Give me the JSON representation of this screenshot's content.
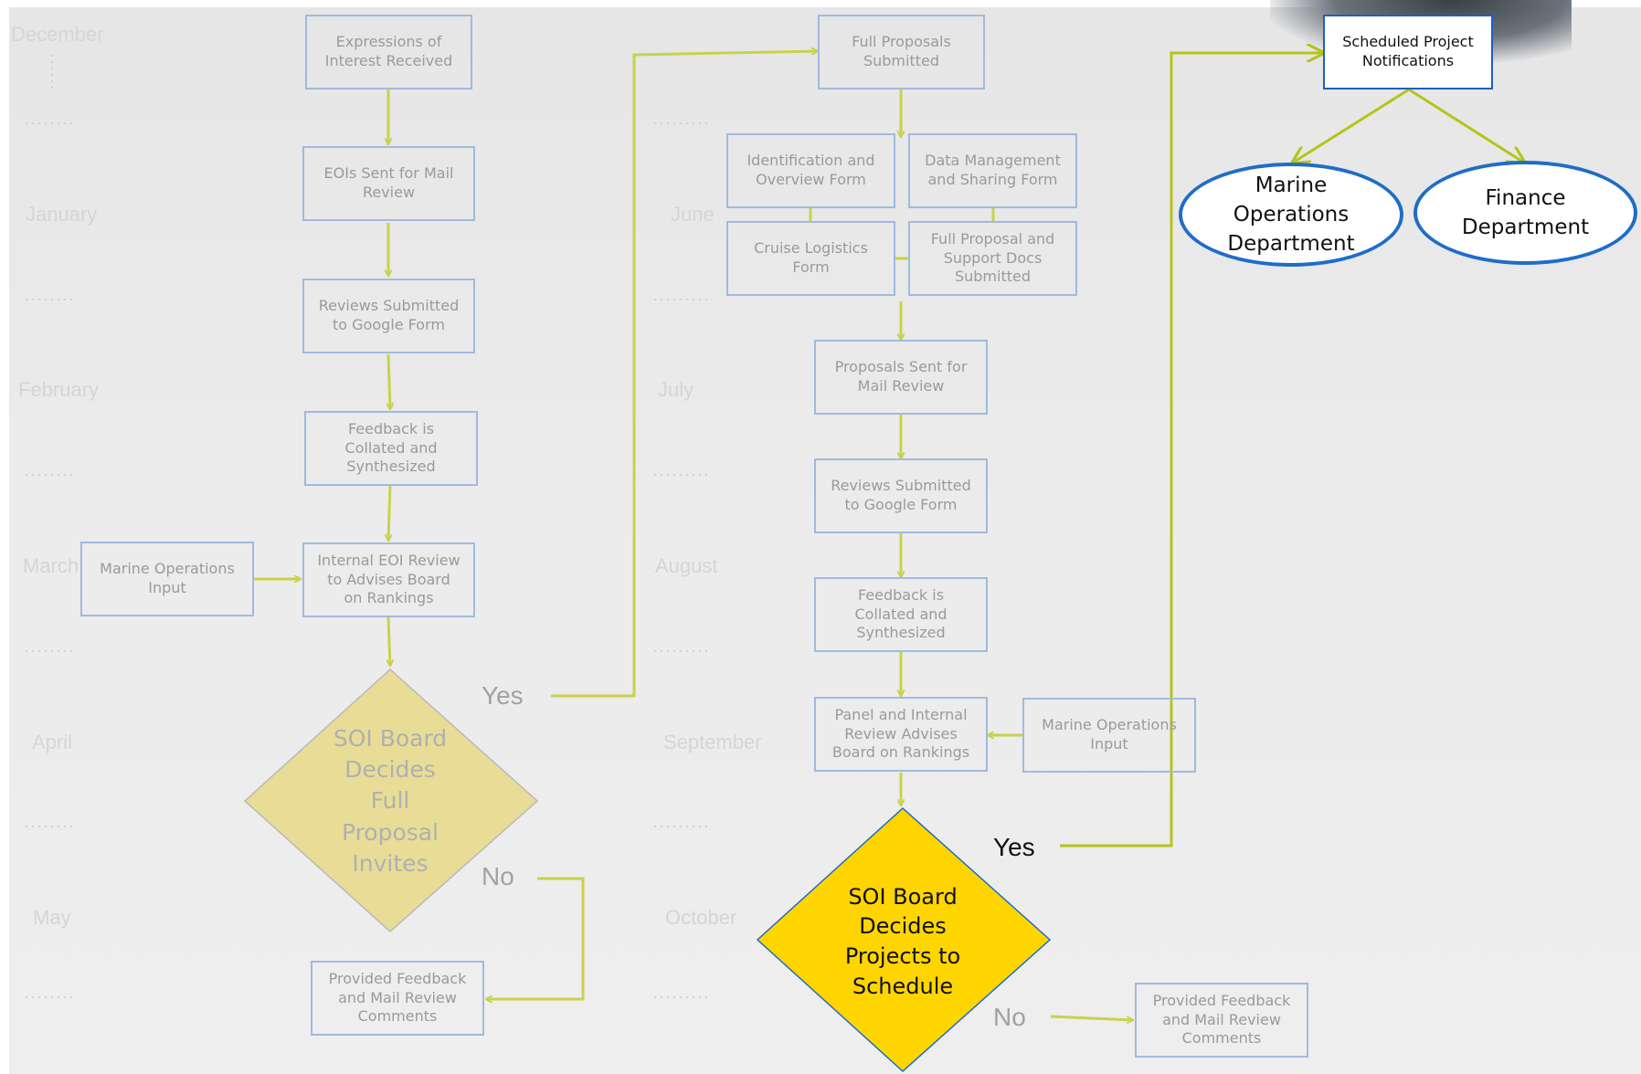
{
  "months_left": [
    "December",
    "January",
    "February",
    "March",
    "April",
    "May"
  ],
  "months_right": [
    "June",
    "July",
    "August",
    "September",
    "October"
  ],
  "colors": {
    "connector": "#c8d24a",
    "faded_box_border": "#9ebbde",
    "active_box_border": "#1f5fbf",
    "ellipse_border": "#1f6dc8",
    "decision_faded": "#e9dc96",
    "decision_active": "#ffd500"
  },
  "phase1": {
    "eoi_received": "Expressions of\nInterest Received",
    "eoi_mail_review": "EOIs Sent for Mail\nReview",
    "reviews_submitted": "Reviews Submitted\nto Google Form",
    "feedback_collated": "Feedback is\nCollated and\nSynthesized",
    "marine_ops_input": "Marine Operations\nInput",
    "internal_review": "Internal EOI Review\nto Advises Board\non Rankings",
    "decision": "SOI Board\nDecides\nFull\nProposal\nInvites",
    "yes": "Yes",
    "no": "No",
    "feedback_provided": "Provided Feedback\nand Mail Review\nComments"
  },
  "phase2": {
    "full_proposals": "Full Proposals\nSubmitted",
    "identification_form": "Identification and\nOverview Form",
    "data_management_form": "Data Management\nand Sharing Form",
    "cruise_logistics_form": "Cruise Logistics\nForm",
    "full_proposal_docs": "Full Proposal and\nSupport Docs\nSubmitted",
    "proposals_mail_review": "Proposals Sent for\nMail Review",
    "reviews_submitted": "Reviews Submitted\nto Google Form",
    "feedback_collated": "Feedback is\nCollated and\nSynthesized",
    "panel_review": "Panel and Internal\nReview Advises\nBoard on Rankings",
    "marine_ops_input": "Marine Operations\nInput",
    "decision": "SOI Board\nDecides\nProjects to\nSchedule",
    "yes": "Yes",
    "no": "No",
    "feedback_provided": "Provided Feedback\nand Mail Review\nComments"
  },
  "phase3": {
    "notifications": "Scheduled Project\nNotifications",
    "marine_ops_dept": "Marine\nOperations\nDepartment",
    "finance_dept": "Finance\nDepartment"
  }
}
